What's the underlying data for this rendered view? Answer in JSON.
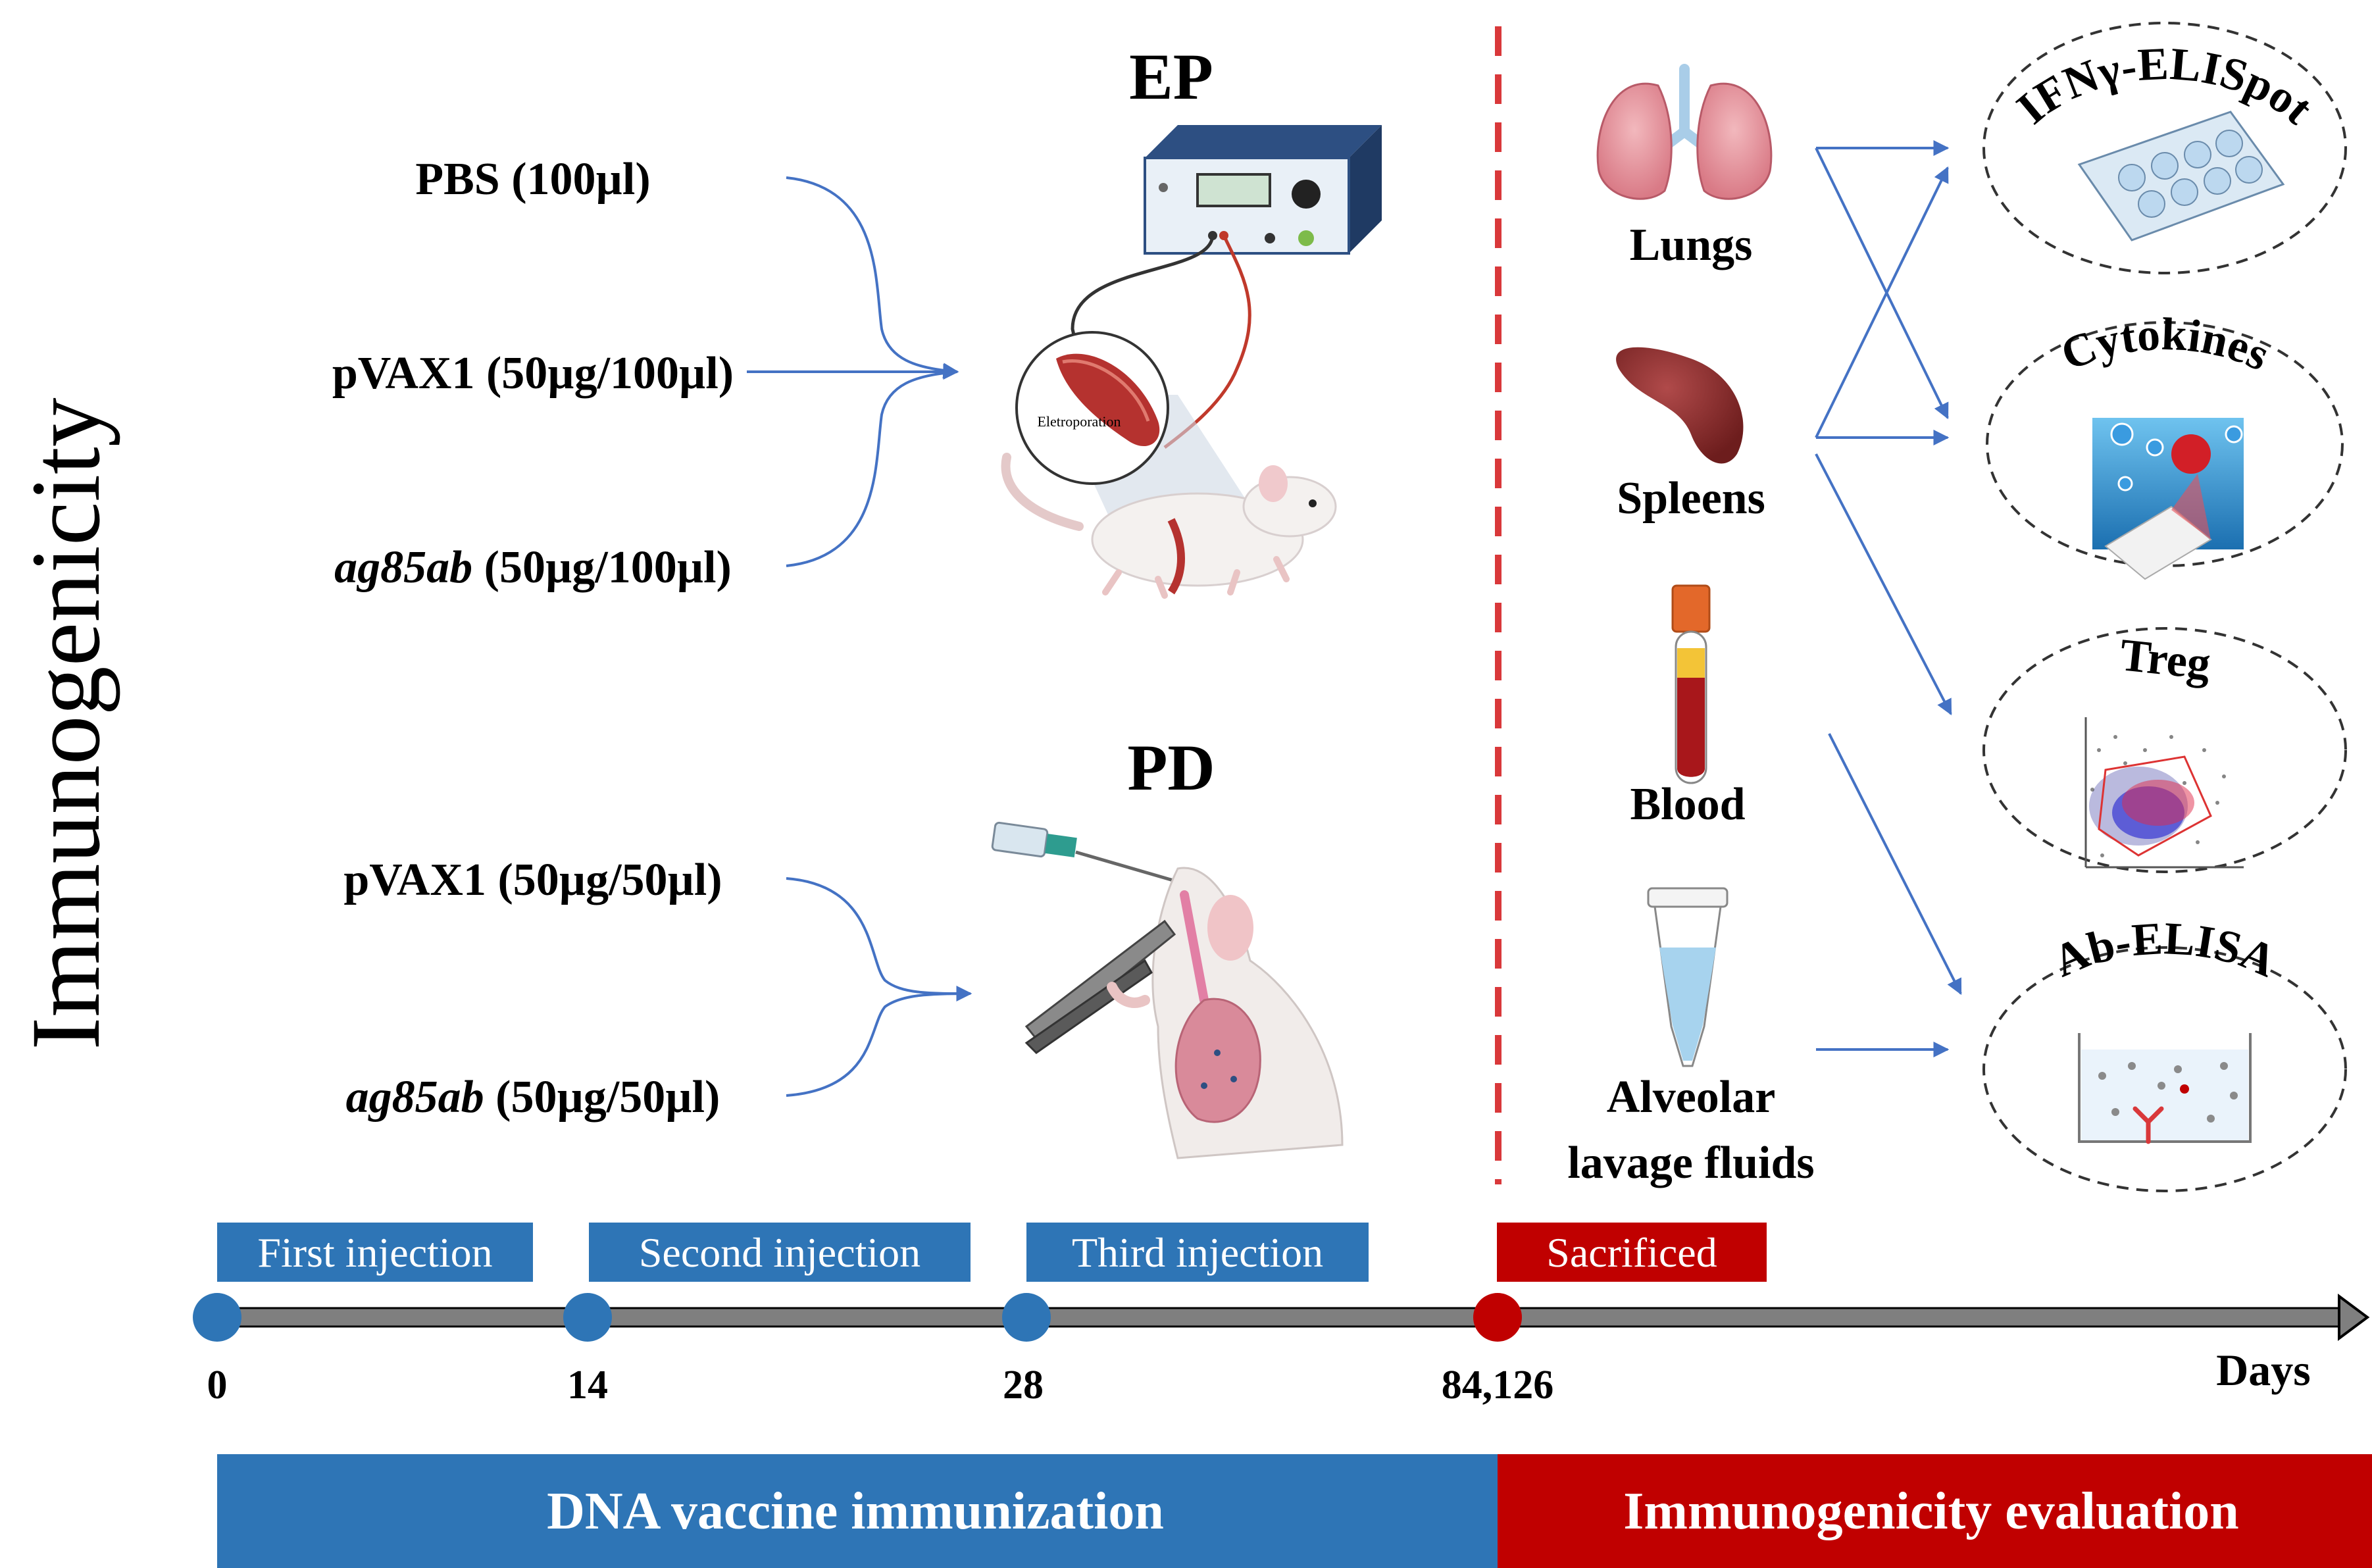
{
  "side_title": "Immunogenicity",
  "ep": {
    "title": "EP",
    "groups": [
      {
        "label": "PBS (100µl)"
      },
      {
        "label": "pVAX1 (50µg/100µl)"
      },
      {
        "italic": "ag85ab",
        "label": " (50µg/100µl)"
      }
    ],
    "device_label": "Eletroporation"
  },
  "pd": {
    "title": "PD",
    "groups": [
      {
        "label": "pVAX1 (50µg/50µl)"
      },
      {
        "italic": "ag85ab",
        "label": " (50µg/50µl)"
      }
    ]
  },
  "samples": [
    "Lungs",
    "Spleens",
    "Blood",
    "Alveolar",
    "lavage fluids"
  ],
  "assays": [
    "IFNγ-ELISpot",
    "Cytokines",
    "Treg",
    "Ab-ELISA"
  ],
  "timeline": {
    "events": [
      "First injection",
      "Second injection",
      "Third injection",
      "Sacrificed"
    ],
    "ticks": [
      "0",
      "14",
      "28",
      "84,126"
    ],
    "axis_label": "Days",
    "phases": [
      "DNA vaccine immunization",
      "Immunogenicity evaluation"
    ]
  },
  "colors": {
    "blue": "#2e75b6",
    "red": "#c00000",
    "arrow": "#4472c4",
    "dash": "#d9383a",
    "grey_bar": "#7f7f7f"
  }
}
